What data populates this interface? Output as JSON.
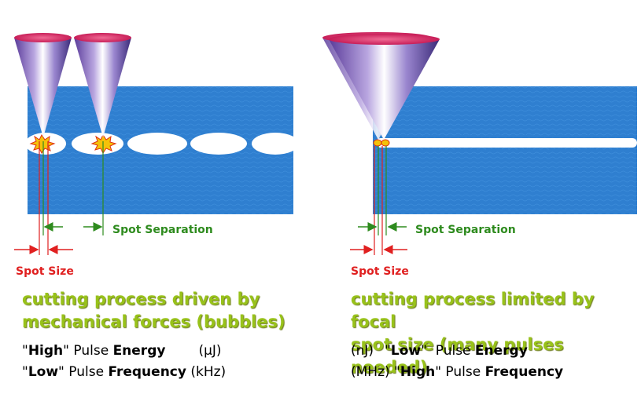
{
  "left_panel": {
    "spot_separation_label": "Spot Separation",
    "spot_size_label": "Spot Size",
    "caption_line1": "cutting process driven by",
    "caption_line2": "mechanical forces (bubbles)",
    "energy": {
      "q_open": "\"",
      "level": "High",
      "q_close": "\"",
      "pulse": " Pulse ",
      "word": "Energy",
      "unit": "(µJ)"
    },
    "frequency": {
      "q_open": "\"",
      "level": "Low",
      "q_close": "\"",
      "pulse": " Pulse ",
      "word": "Frequency",
      "unit": "(kHz)"
    }
  },
  "right_panel": {
    "spot_separation_label": "Spot Separation",
    "spot_size_label": "Spot Size",
    "caption_line1": "cutting process limited by focal",
    "caption_line2": "spot size (many pulses needed)",
    "energy": {
      "unit": "(nJ)",
      "q_open": "\"",
      "level": "Low",
      "q_close": "\"",
      "pulse": "  Pulse ",
      "word": "Energy"
    },
    "frequency": {
      "unit": "(MHz)",
      "q_open": "\"",
      "level": "High",
      "q_close": "\"",
      "pulse": " Pulse ",
      "word": "Frequency"
    }
  },
  "colors": {
    "material": "#2f7fd0",
    "cone_top": "#e0306a",
    "arrow_red": "#e02020",
    "arrow_green": "#2e8b1e",
    "caption_green": "#98c21a"
  }
}
